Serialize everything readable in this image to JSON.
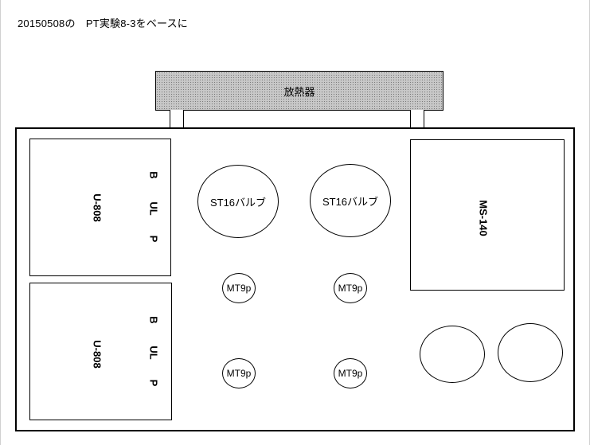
{
  "title": "20150508の　PT実験8-3をベースに",
  "heatsink": {
    "label": "放熱器"
  },
  "output_transformers": [
    {
      "model": "U-808",
      "terminals": {
        "b": "B",
        "ul": "UL",
        "p": "P"
      }
    },
    {
      "model": "U-808",
      "terminals": {
        "b": "B",
        "ul": "UL",
        "p": "P"
      }
    }
  ],
  "power_transformer": {
    "model": "MS-140"
  },
  "power_tubes": [
    {
      "label": "ST16バルブ"
    },
    {
      "label": "ST16バルブ"
    }
  ],
  "small_tubes": [
    {
      "label": "MT9p"
    },
    {
      "label": "MT9p"
    },
    {
      "label": "MT9p"
    },
    {
      "label": "MT9p"
    }
  ],
  "capacitors": [
    {
      "label": ""
    },
    {
      "label": ""
    }
  ],
  "colors": {
    "heatsink_fill": "#c8c8c8",
    "outline": "#000000"
  }
}
